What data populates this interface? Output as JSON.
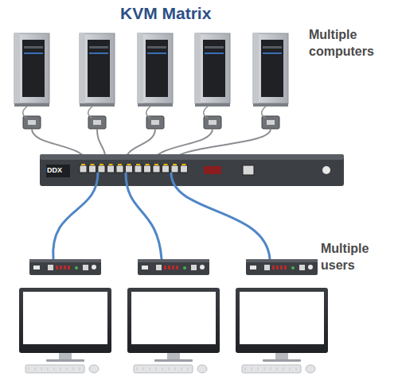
{
  "diagram": {
    "title": "KVM Matrix",
    "labels": [
      "Multiple computers",
      "Multiple users",
      "DDX"
    ]
  }
}
